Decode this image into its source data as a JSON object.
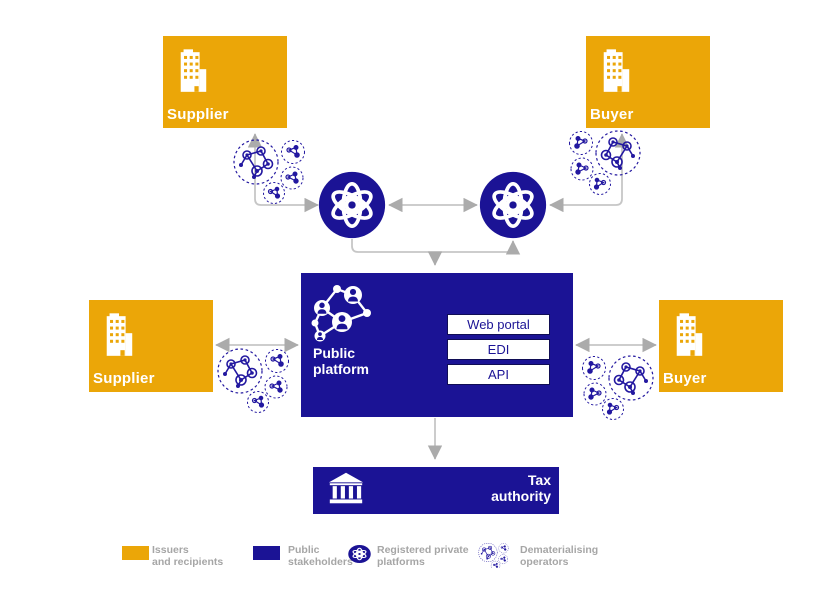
{
  "diagram": {
    "nodes": {
      "supplier_top": {
        "label": "Supplier"
      },
      "buyer_top": {
        "label": "Buyer"
      },
      "supplier_left": {
        "label": "Supplier"
      },
      "buyer_right": {
        "label": "Buyer"
      },
      "public_platform": {
        "label": "Public\nplatform",
        "channels": [
          "Web portal",
          "EDI",
          "API"
        ]
      },
      "tax_authority": {
        "label": "Tax\nauthority"
      }
    },
    "legend": {
      "items": [
        {
          "icon": "orange-square",
          "label": "Issuers\nand recipients"
        },
        {
          "icon": "navy-square",
          "label": "Public\nstakeholders"
        },
        {
          "icon": "atom-badge",
          "label": "Registered private\nplatforms"
        },
        {
          "icon": "doodle-network",
          "label": "Dematerialising\noperators"
        }
      ]
    },
    "colors": {
      "orange": "#EBA608",
      "navy": "#1B1395",
      "arrow_line": "#C6C6C6",
      "arrow_head": "#ABABAB",
      "legend_text": "#A6A6A6",
      "channel_text": "#1B1395"
    }
  }
}
